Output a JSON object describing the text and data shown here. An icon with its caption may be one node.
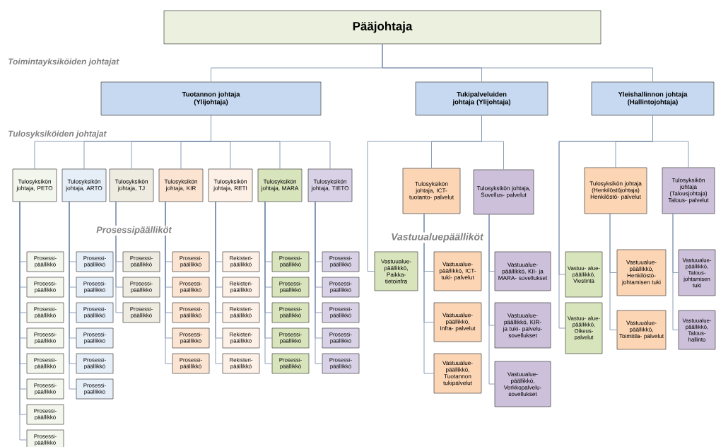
{
  "diagram": {
    "nodes": [
      {
        "text": [
          "Pääjohtaja"
        ]
      },
      {
        "text": [
          "Tuotannon johtaja (Ylijohtaja)"
        ]
      },
      {
        "text": [
          "Tukipalveluiden johtaja (Ylijohtaja)"
        ]
      },
      {
        "text": [
          "Yleishallinnon johtaja (Hallintojohtaja)"
        ]
      },
      {
        "text": [
          "Tulosyksikön johtaja, PETO"
        ]
      },
      {
        "text": [
          "Tulosyksikön johtaja, ARTO"
        ]
      },
      {
        "text": [
          "Tulosyksikön johtaja, TJ"
        ]
      },
      {
        "text": [
          "Tulosyksikön johtaja, KIR"
        ]
      },
      {
        "text": [
          "Tulosyksikön johtaja, RETI"
        ]
      },
      {
        "text": [
          "Tulosyksikön johtaja, MARA"
        ]
      },
      {
        "text": [
          "Tulosyksikön johtaja, TIETO"
        ]
      },
      {
        "text": [
          "Tulosyksikön johtaja, ICT- tuotanto- palvelut"
        ]
      },
      {
        "text": [
          "Tulosyksikön johtaja, Sovellus- palvelut"
        ]
      },
      {
        "text": [
          "Tulosyksikön johtaja (Henkilöstöjohtaja) Henkilöstö- palvelut"
        ]
      },
      {
        "text": [
          "Tulosyksikön johtaja (Talousjohtaja) Talous- palvelut"
        ]
      },
      {
        "text": [
          "Prosessi- päällikkö"
        ]
      },
      {
        "text": [
          "Prosessi- päällikkö"
        ]
      },
      {
        "text": [
          "Prosessi- päällikkö"
        ]
      },
      {
        "text": [
          "Prosessi- päällikkö"
        ]
      },
      {
        "text": [
          "Prosessi- päällikkö"
        ]
      },
      {
        "text": [
          "Prosessi- päällikkö"
        ]
      },
      {
        "text": [
          "Prosessi- päällikkö"
        ]
      },
      {
        "text": [
          "Prosessi- päällikkö"
        ]
      },
      {
        "text": [
          "Prosessi- päällikkö"
        ]
      },
      {
        "text": [
          "Prosessi- päällikkö"
        ]
      },
      {
        "text": [
          "Prosessi- päällikkö"
        ]
      },
      {
        "text": [
          "Prosessi- päällikkö"
        ]
      },
      {
        "text": [
          "Prosessi- päällikkö"
        ]
      },
      {
        "text": [
          "Prosessi- päällikkö"
        ]
      },
      {
        "text": [
          "Prosessi- päällikkö"
        ]
      },
      {
        "text": [
          "Prosessi- päällikkö"
        ]
      },
      {
        "text": [
          "Prosessi- päällikkö"
        ]
      },
      {
        "text": [
          "Prosessi- päällikkö"
        ]
      },
      {
        "text": [
          "Prosessi- päällikkö"
        ]
      },
      {
        "text": [
          "Prosessi- päällikkö"
        ]
      },
      {
        "text": [
          "Prosessi- päällikkö"
        ]
      },
      {
        "text": [
          "Prosessi- päällikkö"
        ]
      },
      {
        "text": [
          "Rekisteri- päällikkö"
        ]
      },
      {
        "text": [
          "Rekisteri- päällikkö"
        ]
      },
      {
        "text": [
          "Rekisteri- päällikkö"
        ]
      },
      {
        "text": [
          "Rekisteri- päällikkö"
        ]
      },
      {
        "text": [
          "Rekisteri- päällikkö"
        ]
      },
      {
        "text": [
          "Prosessi- päällikkö"
        ]
      },
      {
        "text": [
          "Prosessi- päällikkö"
        ]
      },
      {
        "text": [
          "Prosessi- päällikkö"
        ]
      },
      {
        "text": [
          "Prosessi- päällikkö"
        ]
      },
      {
        "text": [
          "Prosessi- päällikkö"
        ]
      },
      {
        "text": [
          "Prosessi- päällikkö"
        ]
      },
      {
        "text": [
          "Prosessi- päällikkö"
        ]
      },
      {
        "text": [
          "Prosessi- päällikkö"
        ]
      },
      {
        "text": [
          "Prosessi- päällikkö"
        ]
      },
      {
        "text": [
          "Prosessi- päällikkö"
        ]
      },
      {
        "text": [
          "Vastuualue- päällikkö, Paikka- tietoinfra"
        ]
      },
      {
        "text": [
          "Vastuualue- päällikkö, ICT- tuki- palvelut"
        ]
      },
      {
        "text": [
          "Vastuualue- päällikkö, Infra- palvelut"
        ]
      },
      {
        "text": [
          "Vastuualue- päällikkö, Tuotannon tukipalvelut"
        ]
      },
      {
        "text": [
          "Vastuualue- päällikkö, KII- ja MARA- sovellukset"
        ]
      },
      {
        "text": [
          "Vastuualue- päällikkö, KIR- ja tuki- palvelu- sovellukset"
        ]
      },
      {
        "text": [
          "Vastuualue- päällikkö, Verkkopalvelu- sovellukset"
        ]
      },
      {
        "text": [
          "Vastuu- alue- päällikkö, Viestintä"
        ]
      },
      {
        "text": [
          "Vastuu- alue- päällikkö, Oikeus- palvelut"
        ]
      },
      {
        "text": [
          "Vastuualue- päällikkö, Henkilöstö- johtamisen tuki"
        ]
      },
      {
        "text": [
          "Vastuualue- päällikkö, Toimitila- palvelut"
        ]
      },
      {
        "text": [
          "Vastuualue- päällikkö, Talous- johtamisen tuki"
        ]
      },
      {
        "text": [
          "Vastuualue- päällikkö, Talous- hallinto"
        ]
      }
    ],
    "edges": [
      {
        "from": 0,
        "to": 1,
        "arrow": "none"
      },
      {
        "from": 0,
        "to": 2,
        "arrow": "none"
      },
      {
        "from": 0,
        "to": 3,
        "arrow": "none"
      },
      {
        "from": 1,
        "to": 4,
        "arrow": "none"
      },
      {
        "from": 1,
        "to": 5,
        "arrow": "none"
      },
      {
        "from": 1,
        "to": 6,
        "arrow": "none"
      },
      {
        "from": 1,
        "to": 7,
        "arrow": "none"
      },
      {
        "from": 1,
        "to": 8,
        "arrow": "none"
      },
      {
        "from": 1,
        "to": 9,
        "arrow": "none"
      },
      {
        "from": 1,
        "to": 10,
        "arrow": "none"
      },
      {
        "from": 2,
        "to": 11,
        "arrow": "none"
      },
      {
        "from": 2,
        "to": 12,
        "arrow": "none"
      },
      {
        "from": 3,
        "to": 13,
        "arrow": "none"
      },
      {
        "from": 3,
        "to": 14,
        "arrow": "none"
      },
      {
        "from": 4,
        "to": 15,
        "arrow": "none"
      },
      {
        "from": 4,
        "to": 16,
        "arrow": "none"
      },
      {
        "from": 4,
        "to": 17,
        "arrow": "none"
      },
      {
        "from": 4,
        "to": 18,
        "arrow": "none"
      },
      {
        "from": 4,
        "to": 19,
        "arrow": "none"
      },
      {
        "from": 4,
        "to": 20,
        "arrow": "none"
      },
      {
        "from": 4,
        "to": 21,
        "arrow": "none"
      },
      {
        "from": 4,
        "to": 22,
        "arrow": "none"
      },
      {
        "from": 5,
        "to": 23,
        "arrow": "none"
      },
      {
        "from": 5,
        "to": 24,
        "arrow": "none"
      },
      {
        "from": 5,
        "to": 25,
        "arrow": "none"
      },
      {
        "from": 5,
        "to": 26,
        "arrow": "none"
      },
      {
        "from": 5,
        "to": 27,
        "arrow": "none"
      },
      {
        "from": 5,
        "to": 28,
        "arrow": "none"
      },
      {
        "from": 6,
        "to": 29,
        "arrow": "none"
      },
      {
        "from": 6,
        "to": 30,
        "arrow": "none"
      },
      {
        "from": 6,
        "to": 31,
        "arrow": "none"
      },
      {
        "from": 7,
        "to": 32,
        "arrow": "none"
      },
      {
        "from": 7,
        "to": 33,
        "arrow": "none"
      },
      {
        "from": 7,
        "to": 34,
        "arrow": "none"
      },
      {
        "from": 7,
        "to": 35,
        "arrow": "none"
      },
      {
        "from": 7,
        "to": 36,
        "arrow": "none"
      },
      {
        "from": 8,
        "to": 37,
        "arrow": "none"
      },
      {
        "from": 8,
        "to": 38,
        "arrow": "none"
      },
      {
        "from": 8,
        "to": 39,
        "arrow": "none"
      },
      {
        "from": 8,
        "to": 40,
        "arrow": "none"
      },
      {
        "from": 8,
        "to": 41,
        "arrow": "none"
      },
      {
        "from": 9,
        "to": 42,
        "arrow": "none"
      },
      {
        "from": 9,
        "to": 43,
        "arrow": "none"
      },
      {
        "from": 9,
        "to": 44,
        "arrow": "none"
      },
      {
        "from": 9,
        "to": 45,
        "arrow": "none"
      },
      {
        "from": 9,
        "to": 46,
        "arrow": "none"
      },
      {
        "from": 10,
        "to": 47,
        "arrow": "none"
      },
      {
        "from": 10,
        "to": 48,
        "arrow": "none"
      },
      {
        "from": 10,
        "to": 49,
        "arrow": "none"
      },
      {
        "from": 10,
        "to": 50,
        "arrow": "none"
      },
      {
        "from": 10,
        "to": 51,
        "arrow": "none"
      },
      {
        "from": 2,
        "to": 52,
        "arrow": "none"
      },
      {
        "from": 11,
        "to": 53,
        "arrow": "none"
      },
      {
        "from": 11,
        "to": 54,
        "arrow": "none"
      },
      {
        "from": 11,
        "to": 55,
        "arrow": "none"
      },
      {
        "from": 12,
        "to": 56,
        "arrow": "none"
      },
      {
        "from": 12,
        "to": 57,
        "arrow": "none"
      },
      {
        "from": 12,
        "to": 58,
        "arrow": "none"
      },
      {
        "from": 3,
        "to": 59,
        "arrow": "none"
      },
      {
        "from": 3,
        "to": 60,
        "arrow": "none"
      },
      {
        "from": 13,
        "to": 61,
        "arrow": "none"
      },
      {
        "from": 13,
        "to": 62,
        "arrow": "none"
      },
      {
        "from": 14,
        "to": 63,
        "arrow": "none"
      },
      {
        "from": 14,
        "to": 64,
        "arrow": "none"
      }
    ],
    "labels": [
      "Toimintayksiköiden johtajat",
      "Tulosyksiköiden johtajat",
      "Prosessipäälliköt",
      "Vastuualuepäälliköt"
    ]
  }
}
